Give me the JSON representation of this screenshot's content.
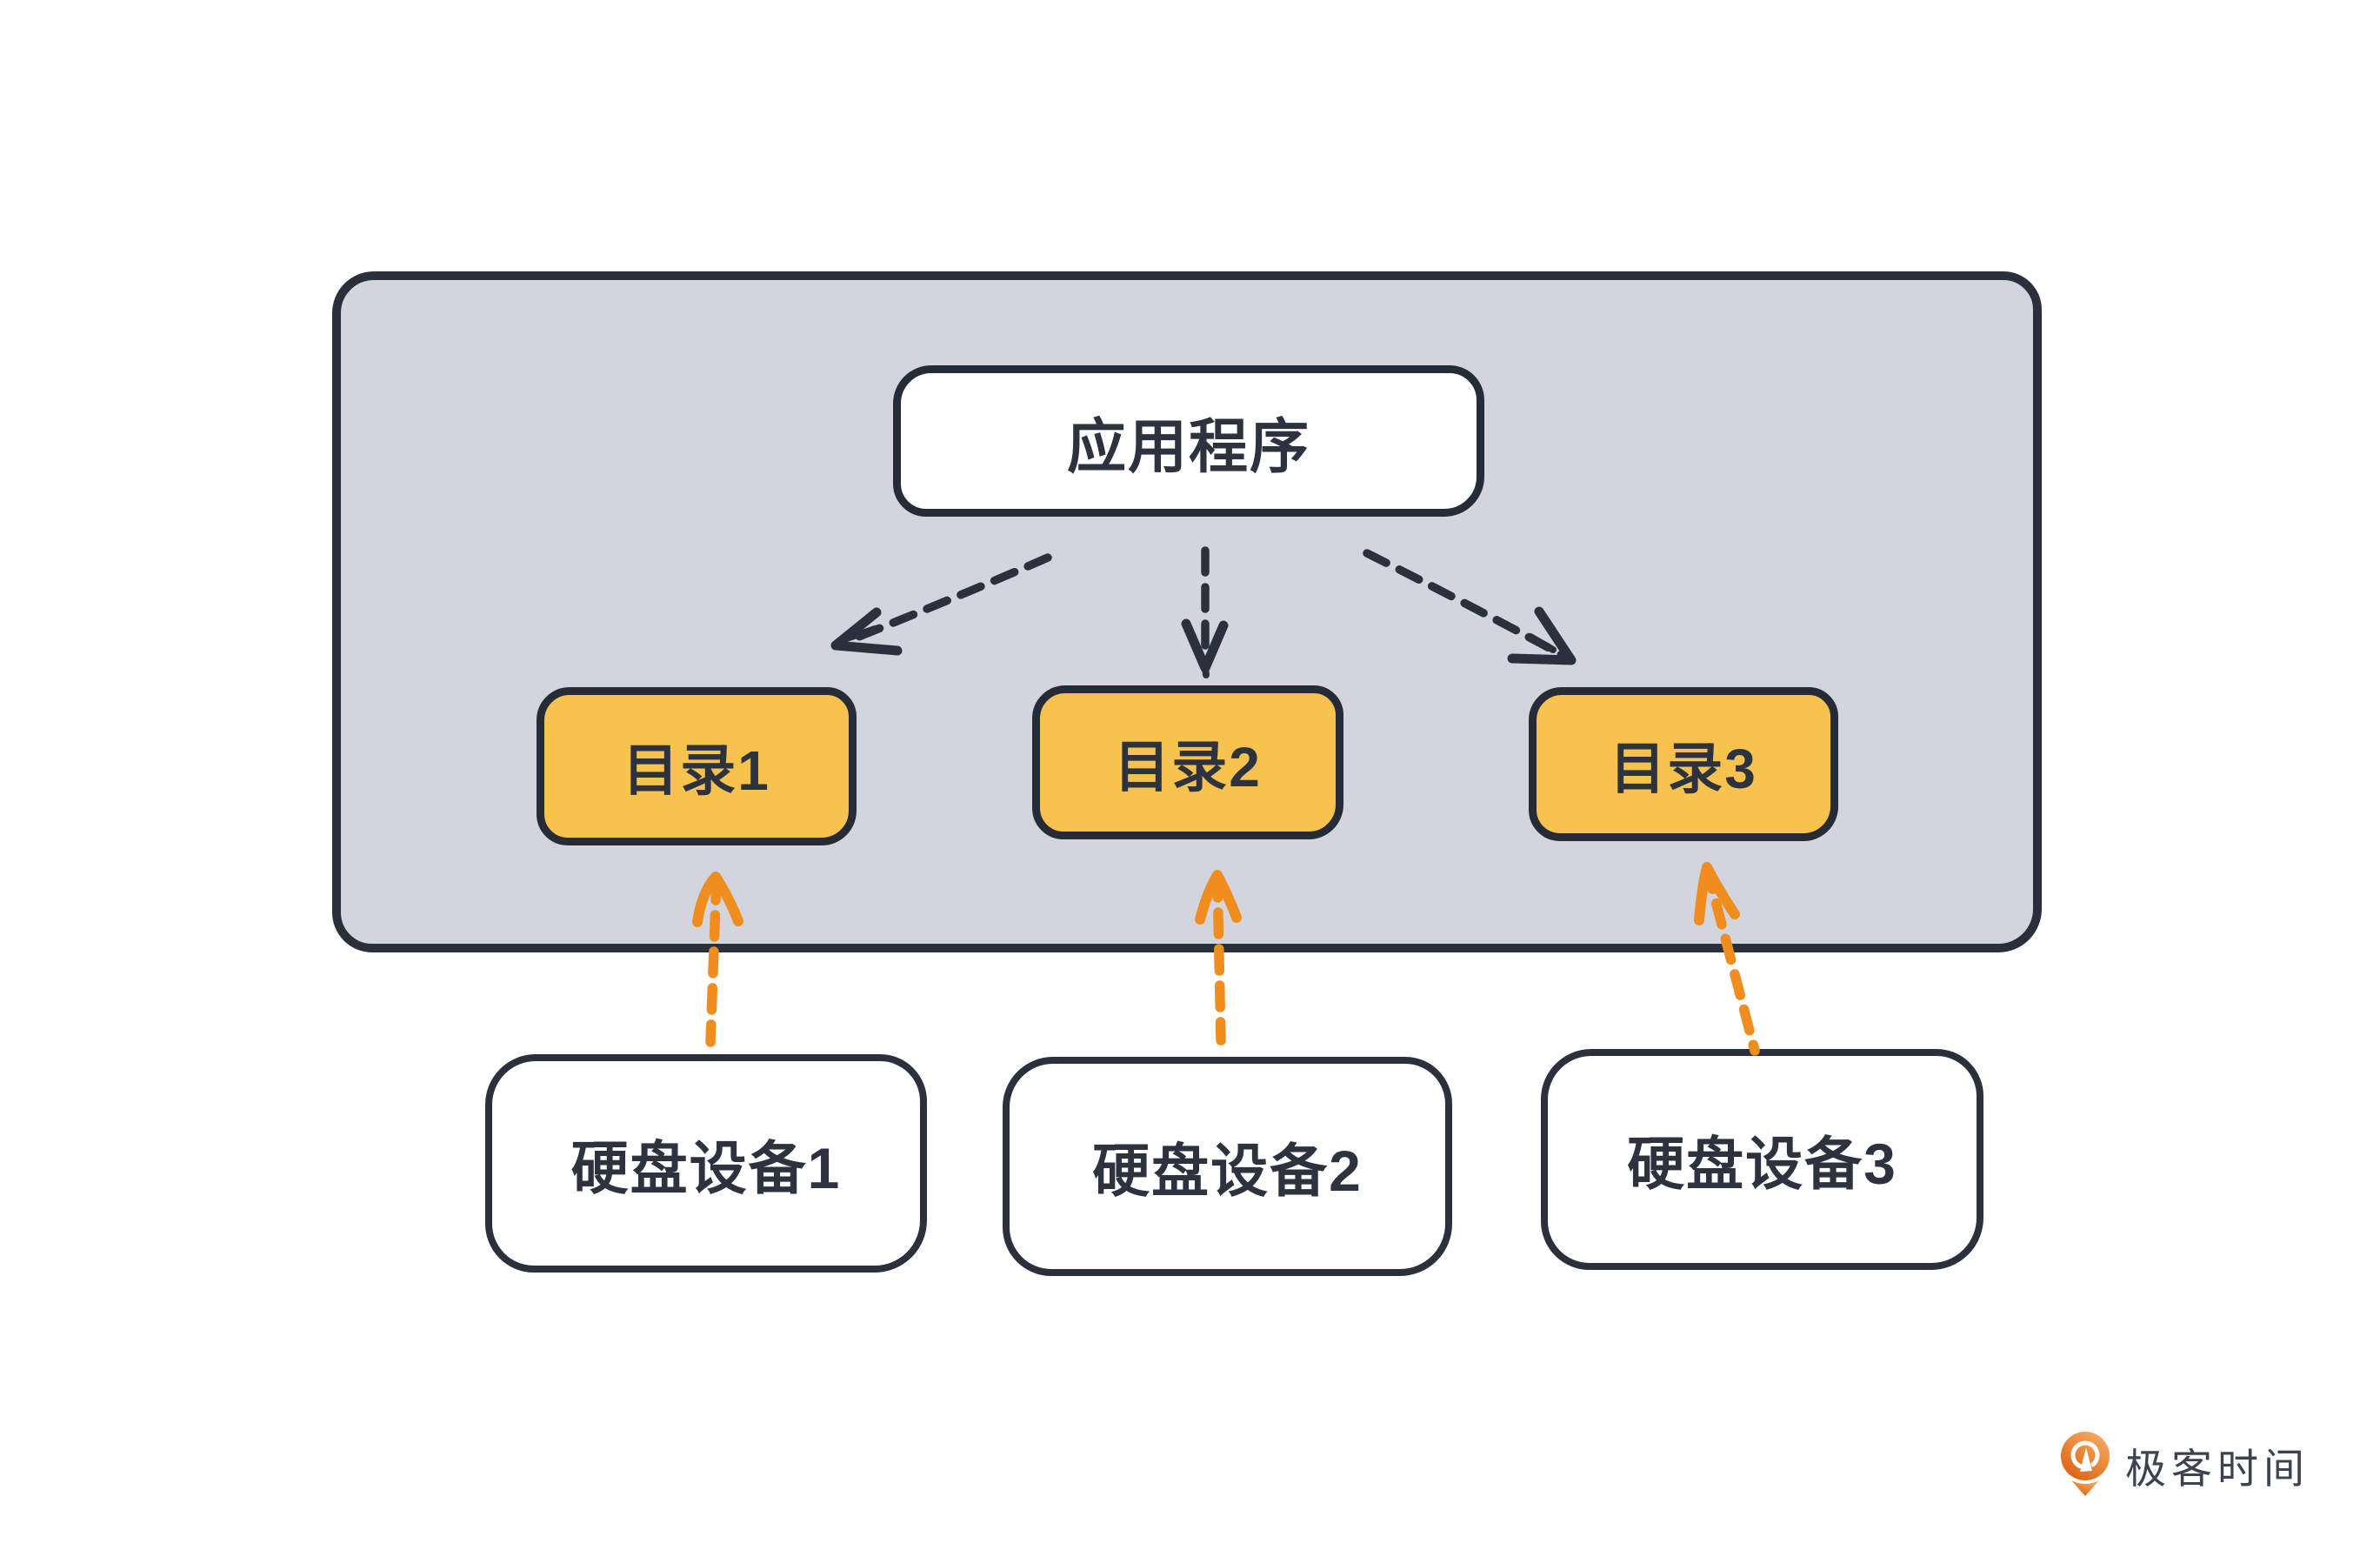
{
  "diagram": {
    "application": {
      "label": "应用程序"
    },
    "directories": [
      {
        "label": "目录1"
      },
      {
        "label": "目录2"
      },
      {
        "label": "目录3"
      }
    ],
    "disks": [
      {
        "label": "硬盘设备1"
      },
      {
        "label": "硬盘设备2"
      },
      {
        "label": "硬盘设备3"
      }
    ],
    "connections": [
      {
        "from": "应用程序",
        "to": "目录1",
        "style": "dashed-dark"
      },
      {
        "from": "应用程序",
        "to": "目录2",
        "style": "dashed-dark"
      },
      {
        "from": "应用程序",
        "to": "目录3",
        "style": "dashed-dark"
      },
      {
        "from": "硬盘设备1",
        "to": "目录1",
        "style": "dashed-orange"
      },
      {
        "from": "硬盘设备2",
        "to": "目录2",
        "style": "dashed-orange"
      },
      {
        "from": "硬盘设备3",
        "to": "目录3",
        "style": "dashed-orange"
      }
    ],
    "colors": {
      "background": "#ffffff",
      "system_box_fill": "#d2d5dd",
      "outline": "#2a303b",
      "directory_fill": "#f8c24f",
      "dark_arrow": "#2b313c",
      "orange_arrow": "#ef8e1e"
    }
  },
  "footer": {
    "logo_text": "极客时间"
  }
}
